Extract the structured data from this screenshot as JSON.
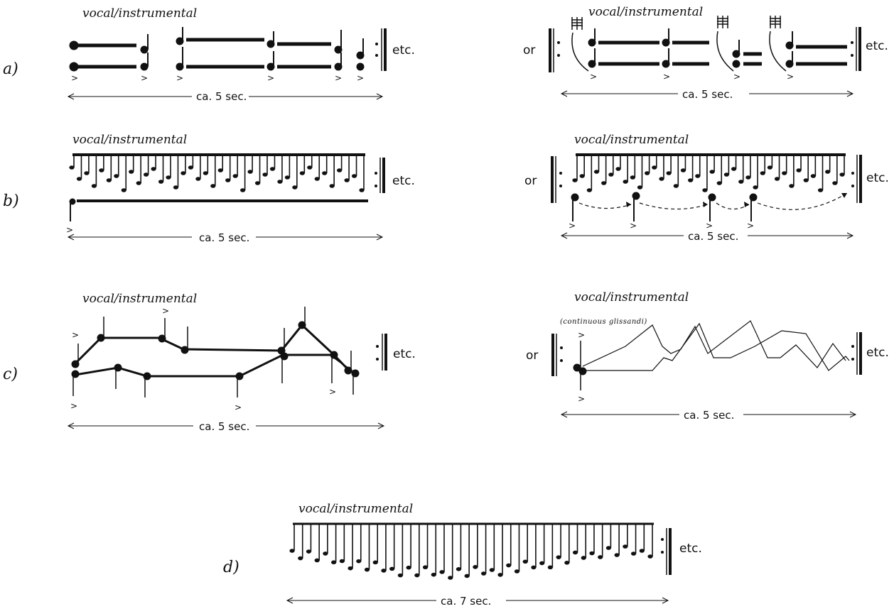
{
  "labels": {
    "a": "a)",
    "b": "b)",
    "c": "c)",
    "d": "d)",
    "or": "or",
    "etc": "etc.",
    "vocal": "vocal/instrumental",
    "glissandi": "(continuous glissandi)",
    "dur5": "ca. 5 sec.",
    "dur7": "ca. 7 sec.",
    "accent": ">"
  }
}
